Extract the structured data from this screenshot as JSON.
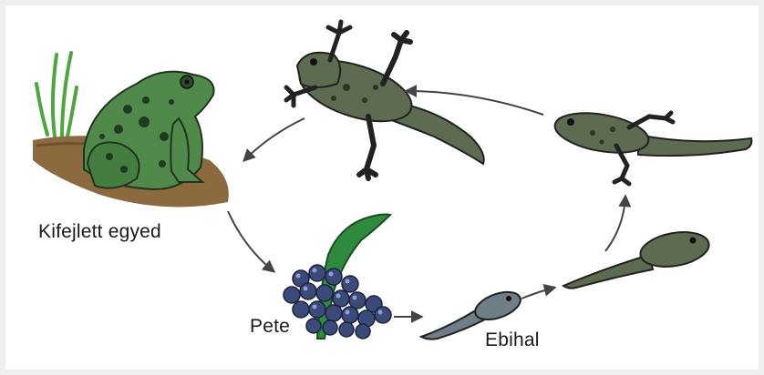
{
  "labels": {
    "adult": "Kifejlett egyed",
    "egg": "Pete",
    "tadpole": "Ebihal"
  },
  "colors": {
    "frog_skin": "#5d6b50",
    "frog_spots": "#2b3626",
    "adult_frog": "#4f8a4a",
    "adult_spots": "#1f3a1e",
    "soil": "#8a6a3e",
    "grass": "#4ea63f",
    "egg": "#3b4a78",
    "egg_plant": "#2e8b3d",
    "arrow": "#444444"
  },
  "icons": [
    "adult-frog-icon",
    "egg-cluster-icon",
    "tadpole-icon",
    "legged-tadpole-icon",
    "froglet-icon"
  ]
}
